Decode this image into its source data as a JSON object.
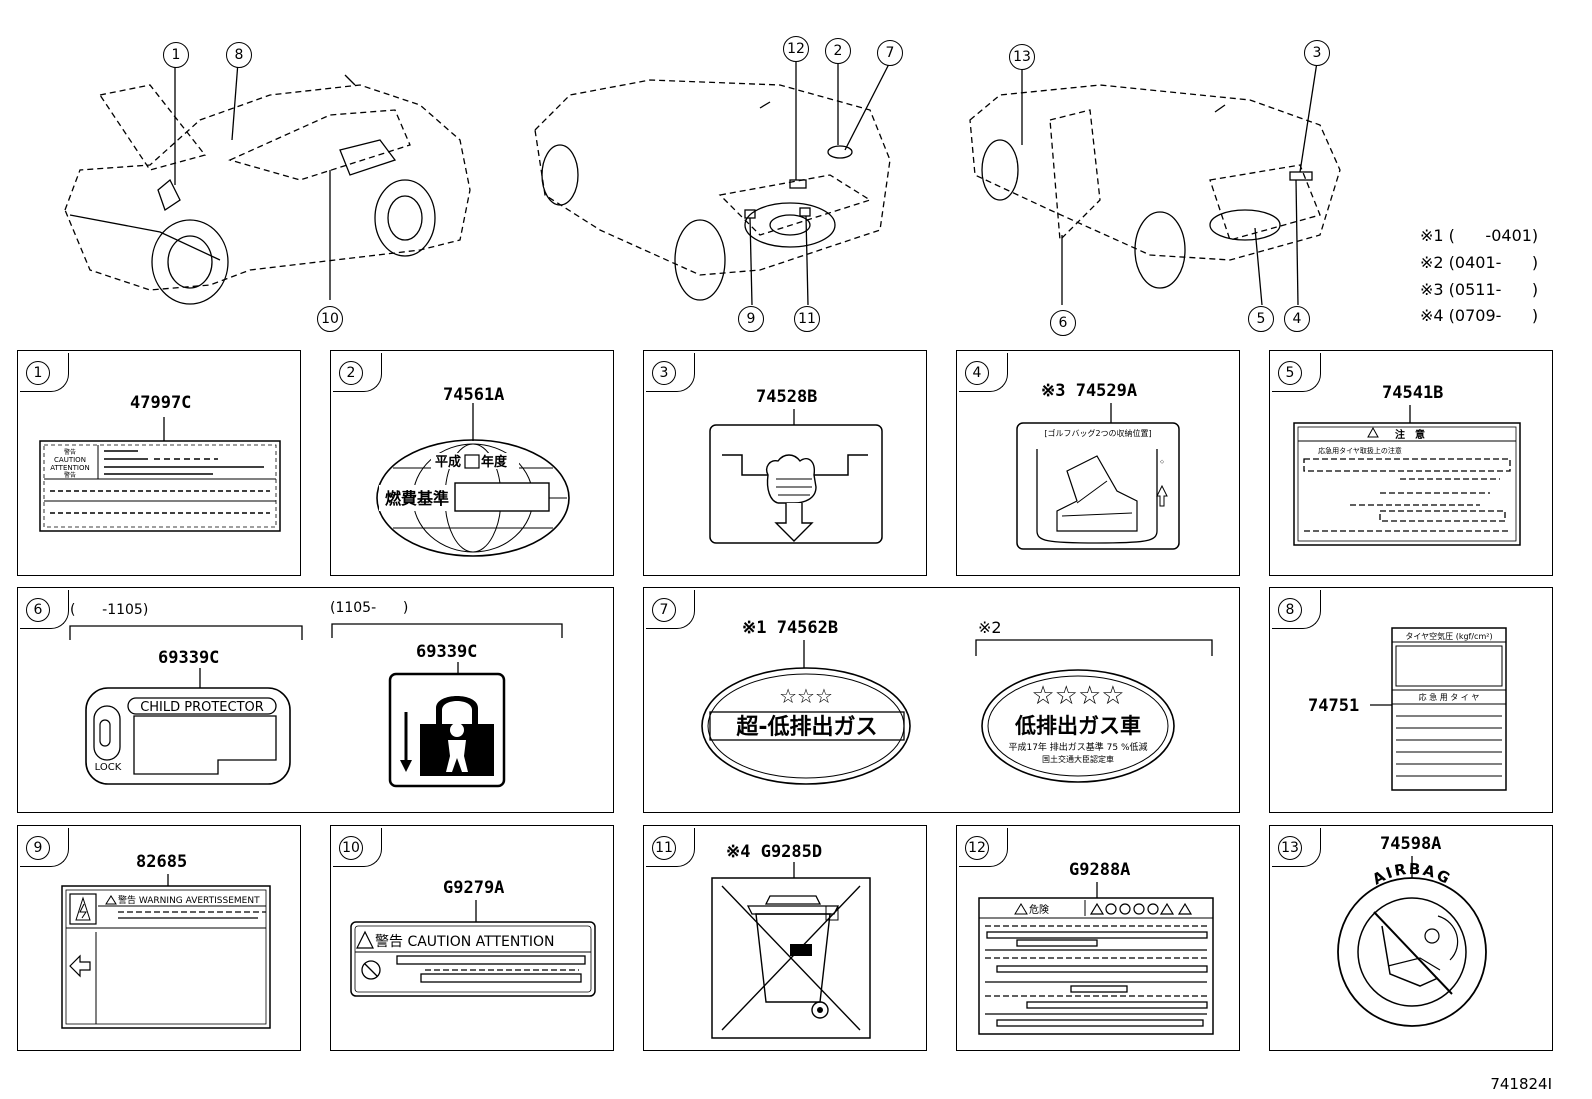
{
  "callouts": [
    "1",
    "8",
    "10",
    "12",
    "2",
    "7",
    "9",
    "11",
    "13",
    "3",
    "6",
    "5",
    "4"
  ],
  "notes": [
    "※1 (      -0401)",
    "※2 (0401-      )",
    "※3 (0511-      )",
    "※4 (0709-      )"
  ],
  "panels": [
    {
      "num": "1",
      "part": "47997C",
      "label_lines": [
        "警告",
        "CAUTION",
        "ATTENTION",
        "警告"
      ]
    },
    {
      "num": "2",
      "part": "74561A",
      "top_text": "平成",
      "year_text": "年度",
      "main_text": "燃費基準"
    },
    {
      "num": "3",
      "part": "74528B"
    },
    {
      "num": "4",
      "part": "※3 74529A",
      "header": "[ゴルフバッグ2つの収納位置]"
    },
    {
      "num": "5",
      "part": "74541B",
      "header": "注　意",
      "subheader": "応急用タイヤ取扱上の注意"
    },
    {
      "num": "6",
      "range_a": "(      -1105)",
      "range_b": "(1105-      )",
      "part_a": "69339C",
      "part_b": "69339C",
      "child_text": "CHILD PROTECTOR",
      "lock_text": "LOCK"
    },
    {
      "num": "7",
      "part_a": "※1 74562B",
      "part_b": "※2",
      "stars_a": "☆☆☆",
      "text_a": "超-低排出ガス",
      "stars_b": "☆☆☆☆",
      "text_b": "低排出ガス車",
      "sub_b1": "平成17年 排出ガス基準 75 %低減",
      "sub_b2": "国土交通大臣認定車"
    },
    {
      "num": "8",
      "part": "74751",
      "row1": "タイヤ空気圧 (kgf/cm²)",
      "row2": "応 急 用 タ イ ヤ"
    },
    {
      "num": "9",
      "part": "82685",
      "header": "警告 WARNING AVERTISSEMENT"
    },
    {
      "num": "10",
      "part": "G9279A",
      "header": "警告 CAUTION ATTENTION"
    },
    {
      "num": "11",
      "part": "※4 G9285D"
    },
    {
      "num": "12",
      "part": "G9288A",
      "header": "危険"
    },
    {
      "num": "13",
      "part": "74598A",
      "ring_text": "AIRBAG"
    }
  ],
  "figure_id": "741824I"
}
